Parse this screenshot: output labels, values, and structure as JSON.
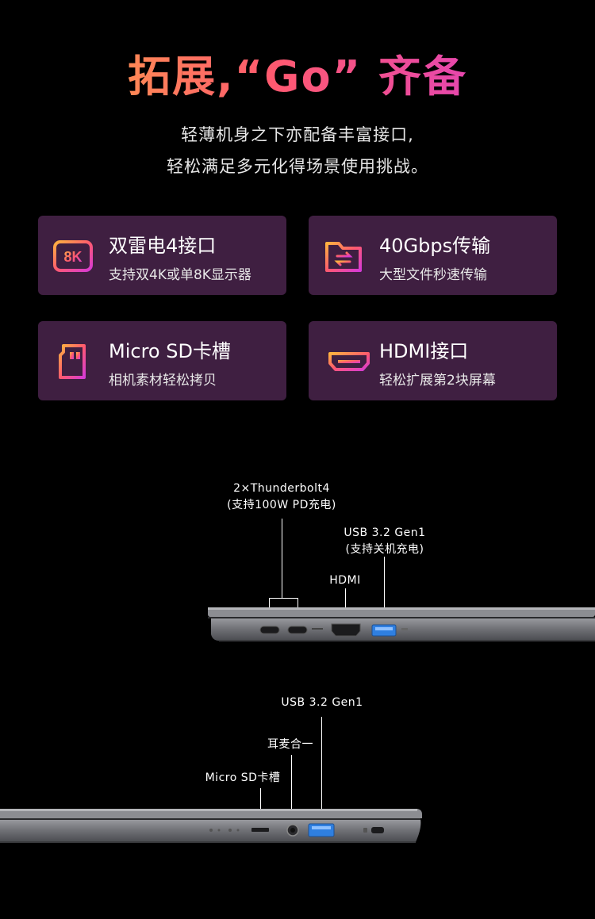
{
  "header": {
    "title": "拓展,“Go” 齐备",
    "subtitle_line1": "轻薄机身之下亦配备丰富接口,",
    "subtitle_line2": "轻松满足多元化得场景使用挑战。"
  },
  "features": [
    {
      "title": "双雷电4接口",
      "desc": "支持双4K或单8K显示器",
      "icon": "8k-icon",
      "icon_text": "8K"
    },
    {
      "title": "40Gbps传输",
      "desc": "大型文件秒速传输",
      "icon": "folder-transfer-icon"
    },
    {
      "title": "Micro SD卡槽",
      "desc": "相机素材轻松拷贝",
      "icon": "sd-card-icon"
    },
    {
      "title": "HDMI接口",
      "desc": "轻松扩展第2块屏幕",
      "icon": "hdmi-icon"
    }
  ],
  "side_left": {
    "thunderbolt_line1": "2×Thunderbolt4",
    "thunderbolt_line2": "(支持100W PD充电)",
    "usb_line1": "USB 3.2 Gen1",
    "usb_line2": "(支持关机充电)",
    "hdmi": "HDMI"
  },
  "side_right": {
    "usb": "USB 3.2 Gen1",
    "audio": "耳麦合一",
    "sd": "Micro SD卡槽"
  },
  "colors": {
    "background": "#000000",
    "card": "#3f1f41",
    "gradient_start": "#ffb23f",
    "gradient_mid": "#ff5a6e",
    "gradient_end": "#d63ad6",
    "port_blue": "#2f7fe0"
  }
}
